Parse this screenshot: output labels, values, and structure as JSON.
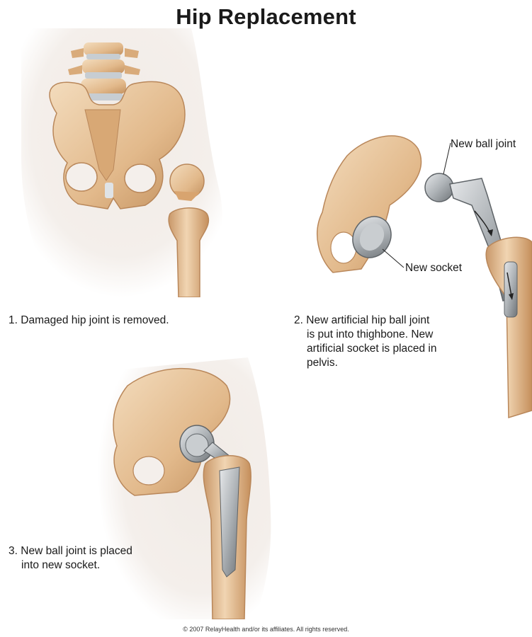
{
  "title": "Hip Replacement",
  "steps": [
    {
      "number": "1.",
      "lines": [
        "Damaged hip joint is removed."
      ]
    },
    {
      "number": "2.",
      "lines": [
        "New artificial hip ball joint",
        "is put into thighbone. New",
        "artificial socket is placed in",
        "pelvis."
      ]
    },
    {
      "number": "3.",
      "lines": [
        "New ball joint is placed",
        "into new socket."
      ]
    }
  ],
  "callouts": {
    "ball_joint": "New ball joint",
    "socket": "New socket"
  },
  "copyright": "© 2007 RelayHealth and/or its affiliates.  All rights reserved.",
  "colors": {
    "bone": "#e2b98b",
    "bone_dark": "#b9875a",
    "bone_light": "#f3dcbd",
    "skin": "#efe8e2",
    "implant": "#b9bcbf",
    "implant_dark": "#6f7478",
    "text": "#1a1a1a"
  }
}
